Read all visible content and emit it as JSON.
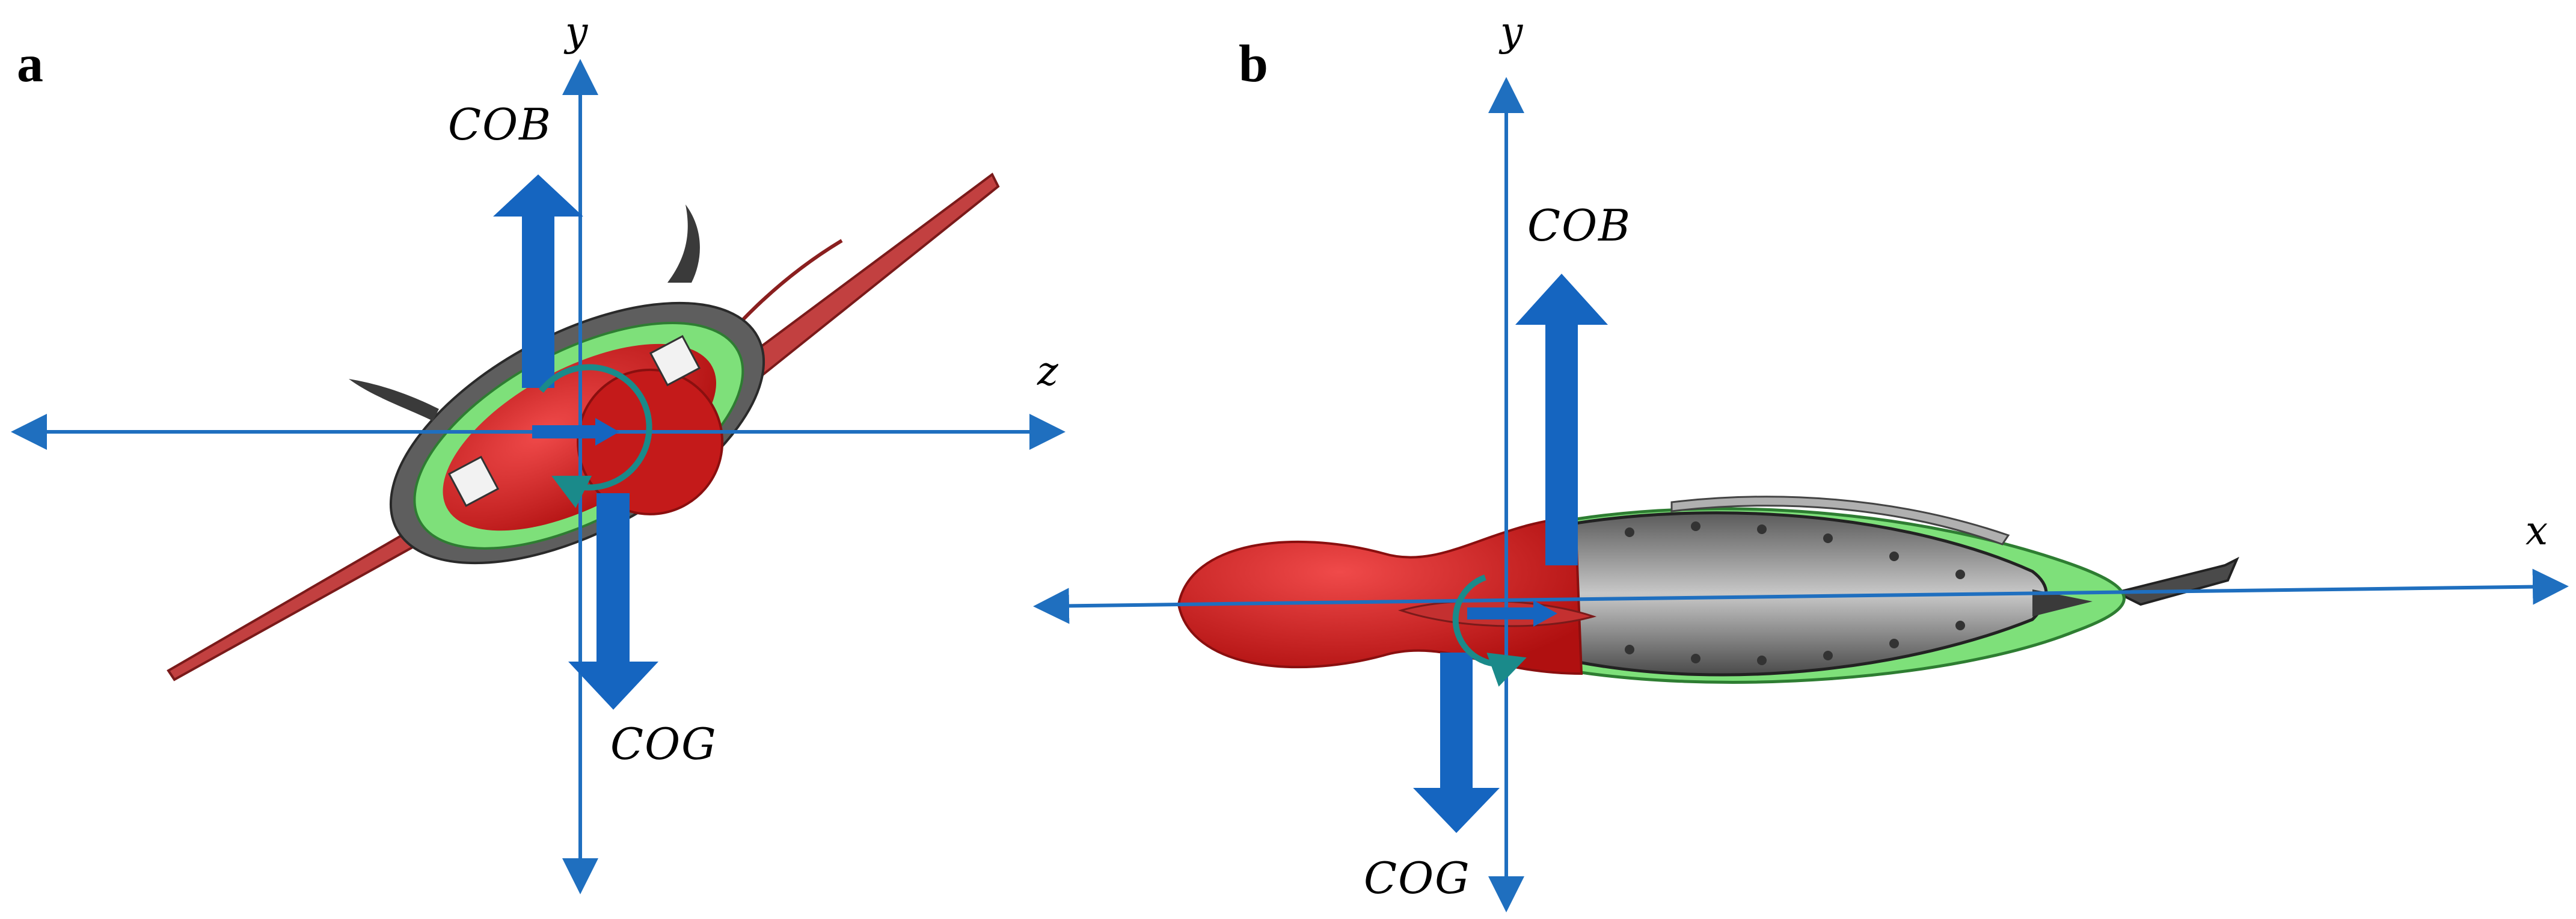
{
  "panels": [
    {
      "label": "a",
      "axes": {
        "vertical": "y",
        "horizontal": "z"
      },
      "forces": {
        "up": "COB",
        "down": "COG"
      }
    },
    {
      "label": "b",
      "axes": {
        "vertical": "y",
        "horizontal": "x"
      },
      "forces": {
        "up": "COB",
        "down": "COG"
      }
    }
  ],
  "colors": {
    "axis": "#1f6fbf",
    "force_arrow": "#1565c0",
    "rotation_arrow": "#1a8a8a",
    "hull_red": "#d21f1f",
    "frame_green": "#7ee07a",
    "shell_grey": "#8a8a8a",
    "fin_red": "#c24040"
  }
}
